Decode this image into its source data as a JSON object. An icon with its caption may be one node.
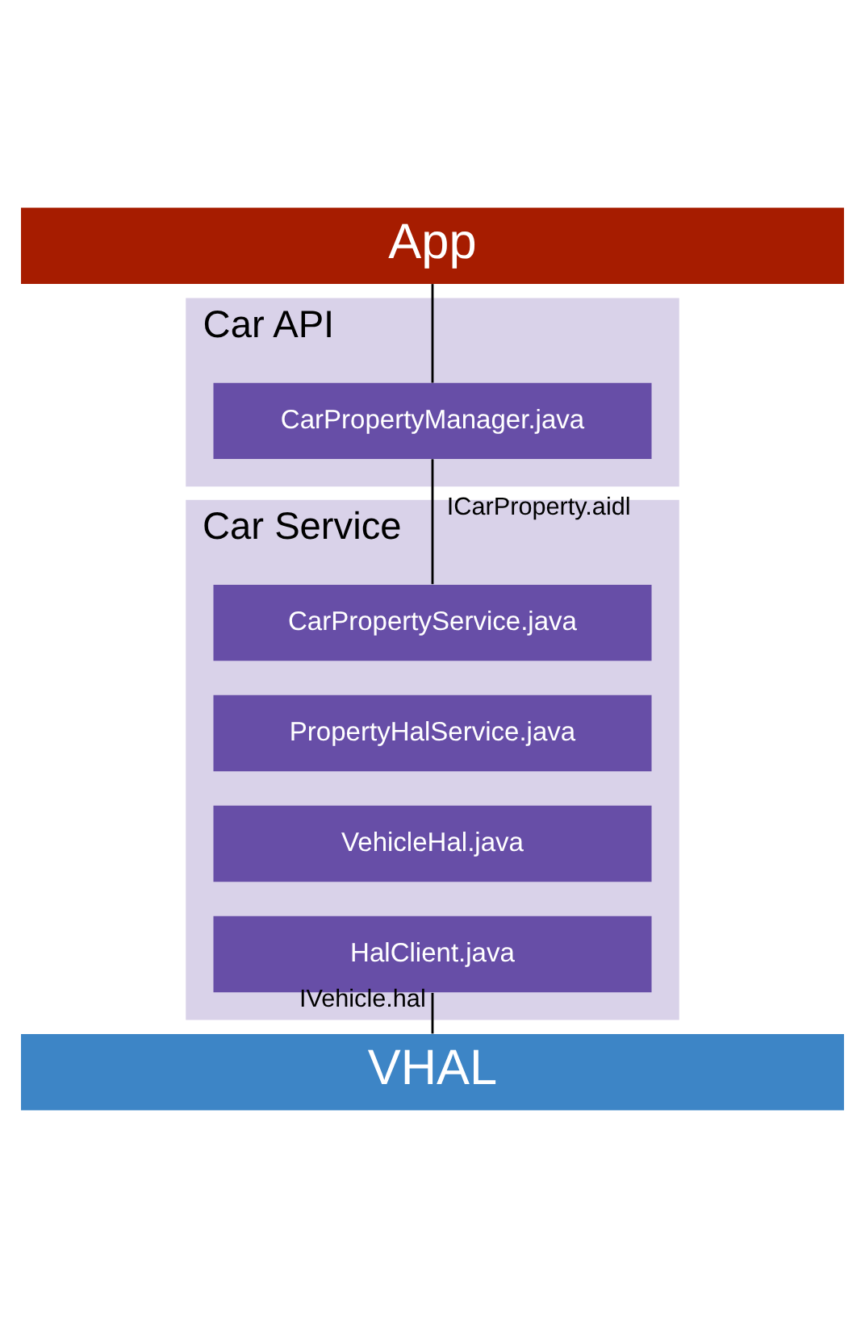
{
  "diagram": {
    "nodes": [
      {
        "text": [
          "App"
        ]
      },
      {
        "text": [
          "Car API"
        ]
      },
      {
        "text": [
          "CarPropertyManager.java"
        ],
        "in": 1
      },
      {
        "text": [
          "Car Service"
        ]
      },
      {
        "text": [
          "CarPropertyService.java"
        ],
        "in": 3
      },
      {
        "text": [
          "PropertyHalService.java"
        ],
        "in": 3
      },
      {
        "text": [
          "VehicleHal.java"
        ],
        "in": 3
      },
      {
        "text": [
          "HalClient.java"
        ],
        "in": 3
      },
      {
        "text": [
          "VHAL"
        ]
      }
    ],
    "edges": [
      {
        "from": 0,
        "to": 2,
        "arrow": "none"
      },
      {
        "from": 2,
        "to": 4,
        "arrow": "none",
        "label": "ICarProperty.aidl"
      },
      {
        "from": 7,
        "to": 8,
        "arrow": "none",
        "label": "IVehicle.hal"
      }
    ]
  }
}
